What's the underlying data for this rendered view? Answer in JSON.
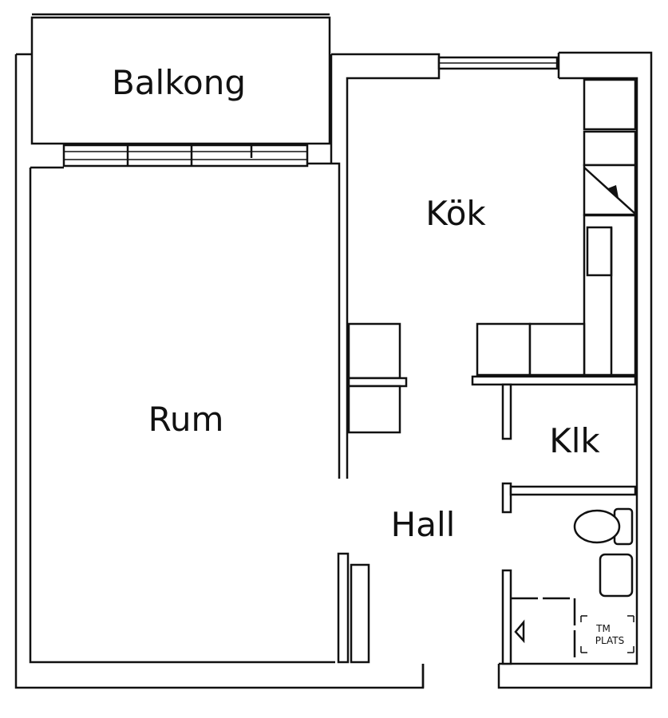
{
  "plan": {
    "rooms": {
      "balkong": "Balkong",
      "kok": "Kök",
      "rum": "Rum",
      "klk": "Klk",
      "hall": "Hall"
    },
    "tm_plats": {
      "line1": "TM",
      "line2": "PLATS"
    }
  }
}
